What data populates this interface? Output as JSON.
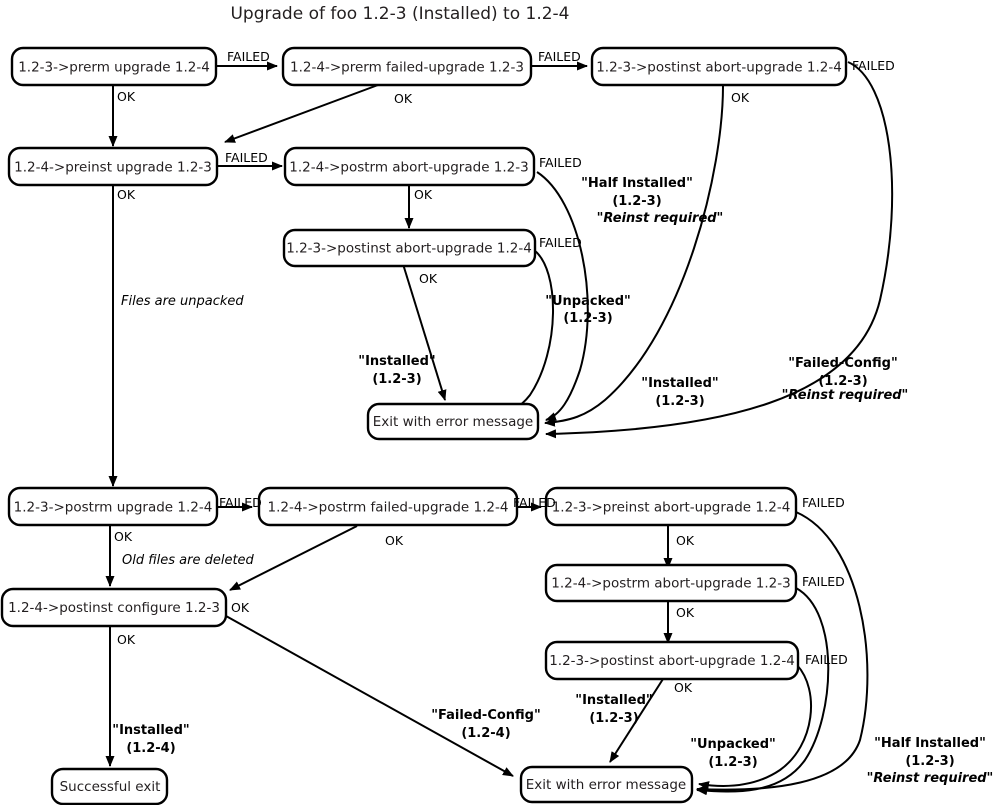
{
  "title": "Upgrade of foo 1.2-3 (Installed) to 1.2-4",
  "nodes": {
    "n1": {
      "label": "1.2-3->prerm upgrade 1.2-4"
    },
    "n2": {
      "label": "1.2-4->prerm failed-upgrade 1.2-3"
    },
    "n3": {
      "label": "1.2-3->postinst abort-upgrade 1.2-4"
    },
    "n4": {
      "label": "1.2-4->preinst upgrade 1.2-3"
    },
    "n5": {
      "label": "1.2-4->postrm abort-upgrade 1.2-3"
    },
    "n6": {
      "label": "1.2-3->postinst abort-upgrade 1.2-4"
    },
    "n7": {
      "label": "Exit with error message"
    },
    "n8": {
      "label": "1.2-3->postrm upgrade 1.2-4"
    },
    "n9": {
      "label": "1.2-4->postrm failed-upgrade 1.2-4"
    },
    "n10": {
      "label": "1.2-3->preinst abort-upgrade 1.2-4"
    },
    "n11": {
      "label": "1.2-4->postrm abort-upgrade 1.2-3"
    },
    "n12": {
      "label": "1.2-3->postinst abort-upgrade 1.2-4"
    },
    "n13": {
      "label": "1.2-4->postinst configure 1.2-3"
    },
    "n14": {
      "label": "Successful exit"
    },
    "n15": {
      "label": "Exit with error message"
    }
  },
  "edge_labels": {
    "e1": "FAILED",
    "e2": "OK",
    "e3": "FAILED",
    "e4": "OK",
    "e5": "FAILED",
    "e6": "OK",
    "e7": "FAILED",
    "e8": "OK",
    "e9": "FAILED",
    "e10": "OK",
    "e11": "FAILED",
    "e12": "OK",
    "e13": "FAILED",
    "e14": "OK",
    "e15": "FAILED",
    "e16": "OK",
    "e17": "FAILED",
    "e18": "OK",
    "e19": "FAILED",
    "e20": "OK",
    "e21": "FAILED",
    "e22": "OK",
    "e23": "OK"
  },
  "notes": {
    "files_unpacked": "Files are unpacked",
    "old_files_deleted": "Old files are deleted"
  },
  "state_labels": {
    "half_installed_top": {
      "line1": "\"Half Installed\"",
      "line2": "(1.2-3)",
      "line3": "\"Reinst required\""
    },
    "unpacked_top": {
      "line1": "\"Unpacked\"",
      "line2": "(1.2-3)"
    },
    "installed_left_top": {
      "line1": "\"Installed\"",
      "line2": "(1.2-3)"
    },
    "installed_mid_top": {
      "line1": "\"Installed\"",
      "line2": "(1.2-3)"
    },
    "failed_config_top": {
      "line1": "\"Failed-Config\"",
      "line2": "(1.2-3)",
      "line3": "\"Reinst required\""
    },
    "installed_bottom": {
      "line1": "\"Installed\"",
      "line2": "(1.2-4)"
    },
    "failed_config_bot": {
      "line1": "\"Failed-Config\"",
      "line2": "(1.2-4)"
    },
    "installed_bot_mid": {
      "line1": "\"Installed\"",
      "line2": "(1.2-3)"
    },
    "unpacked_bottom": {
      "line1": "\"Unpacked\"",
      "line2": "(1.2-3)"
    },
    "half_installed_bot": {
      "line1": "\"Half Installed\"",
      "line2": "(1.2-3)",
      "line3": "\"Reinst required\""
    }
  },
  "colors": {
    "background": "#ffffff",
    "stroke": "#000000",
    "node_text": "#231f20"
  }
}
